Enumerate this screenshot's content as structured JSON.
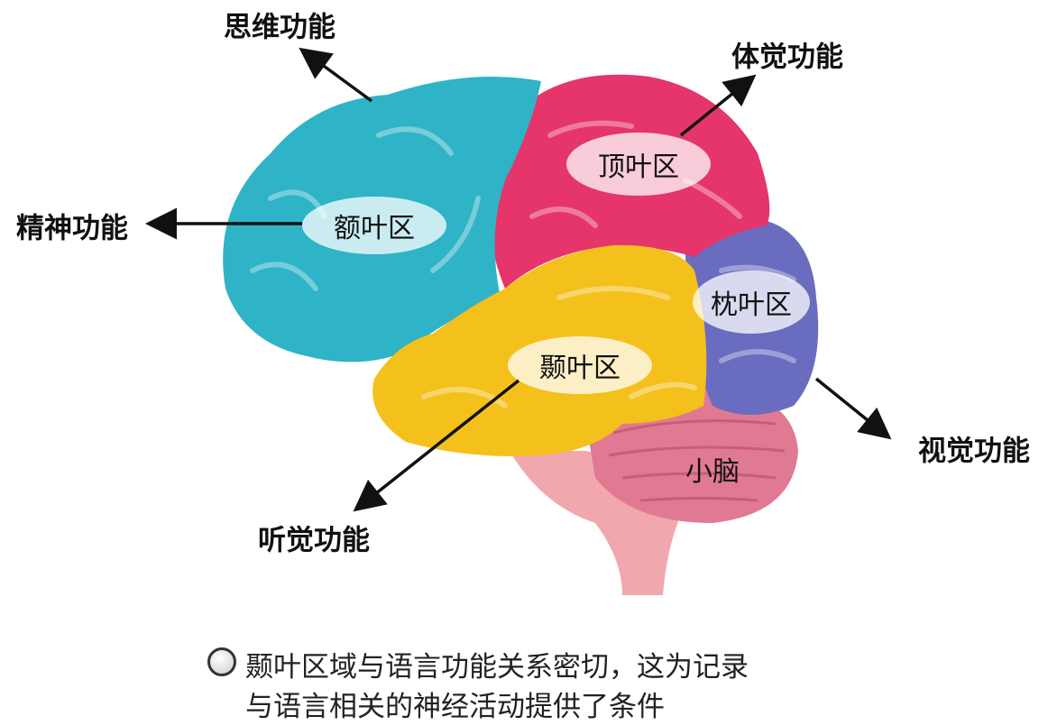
{
  "functions": {
    "thinking": "思维功能",
    "somatosensory": "体觉功能",
    "mental": "精神功能",
    "visual": "视觉功能",
    "auditory": "听觉功能"
  },
  "lobes": {
    "frontal": "额叶区",
    "parietal": "顶叶区",
    "occipital": "枕叶区",
    "temporal": "颞叶区",
    "cerebellum": "小脑"
  },
  "colors": {
    "frontal": "#2fb3c6",
    "parietal": "#e5356a",
    "occipital": "#6a6cbf",
    "temporal": "#f4c01c",
    "cerebellum": "#e07a92",
    "brainstem": "#f1a7ae"
  },
  "caption": {
    "line1": "颞叶区域与语言功能关系密切，这为记录",
    "line2": "与语言相关的神经活动提供了条件"
  }
}
